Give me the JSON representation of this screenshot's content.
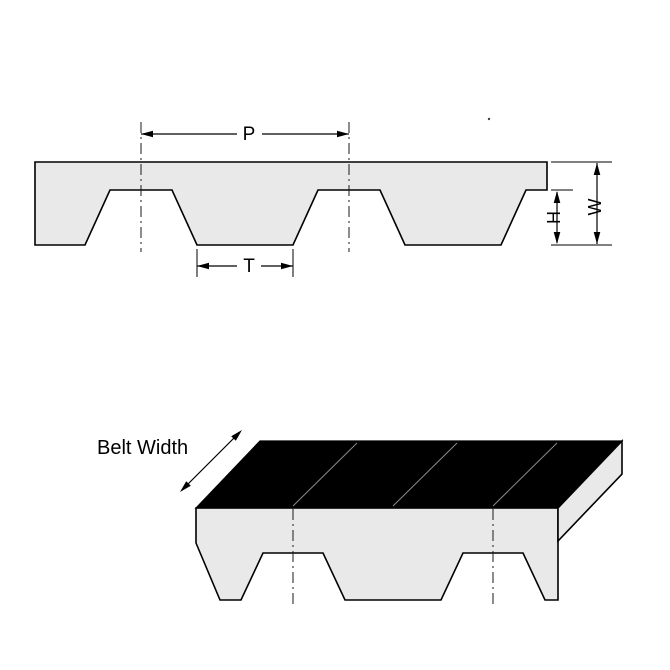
{
  "labels": {
    "pitch": "P",
    "tooth_width": "T",
    "tooth_height": "H",
    "belt_thickness": "W",
    "belt_width": "Belt Width"
  },
  "colors": {
    "outline": "#000000",
    "belt_fill": "#e9e9e9",
    "belt_top_face": "#000000",
    "background": "#ffffff"
  }
}
